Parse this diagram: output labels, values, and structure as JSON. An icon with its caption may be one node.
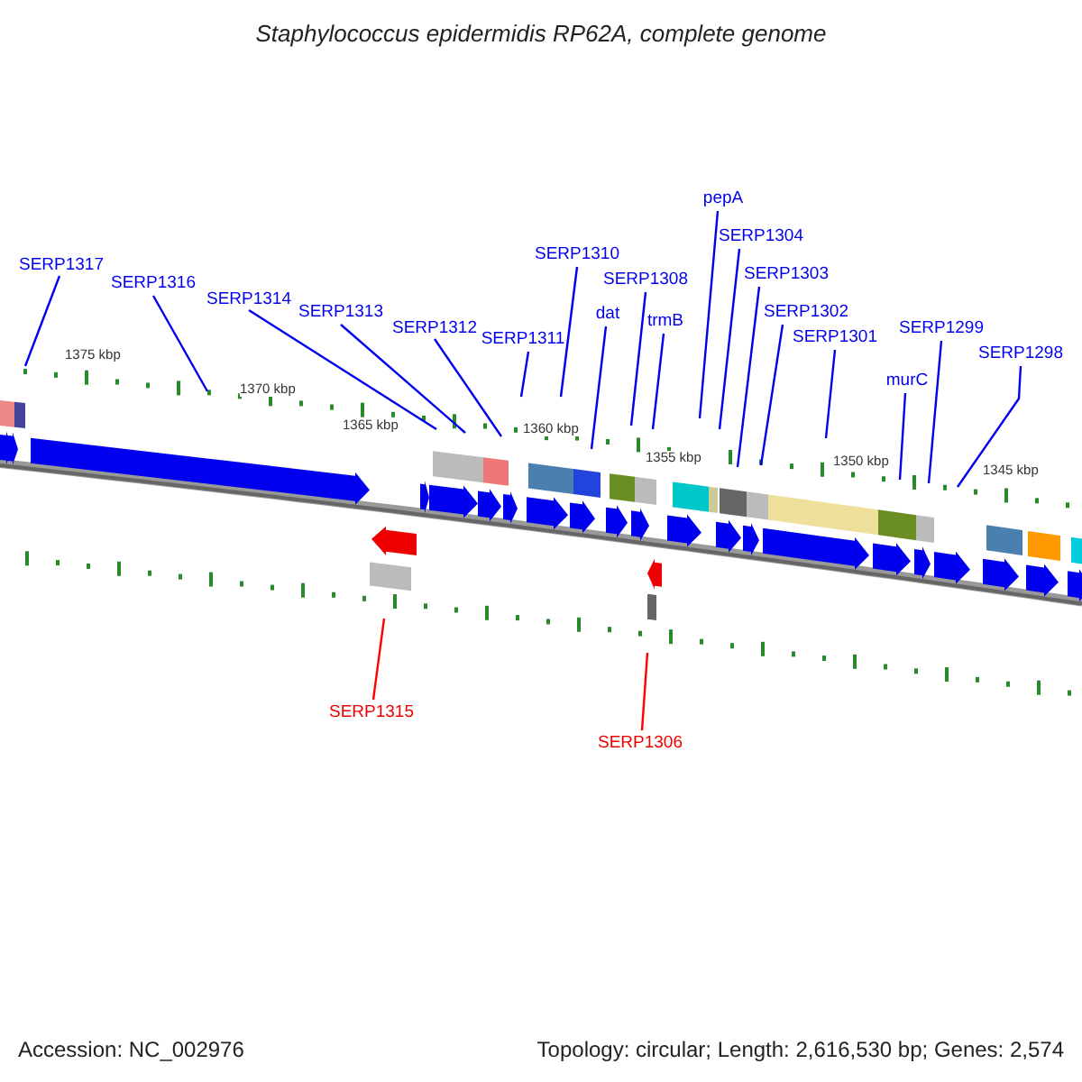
{
  "diagram": {
    "title": "Staphylococcus epidermidis RP62A, complete genome",
    "nodes": [
      {
        "text": [
          "SERP1317"
        ]
      },
      {
        "text": [
          "SERP1316"
        ]
      },
      {
        "text": [
          "SERP1314"
        ]
      },
      {
        "text": [
          "SERP1313"
        ]
      },
      {
        "text": [
          "SERP1312"
        ]
      },
      {
        "text": [
          "SERP1311"
        ]
      },
      {
        "text": [
          "SERP1310"
        ]
      },
      {
        "text": [
          "dat"
        ]
      },
      {
        "text": [
          "SERP1308"
        ]
      },
      {
        "text": [
          "trmB"
        ]
      },
      {
        "text": [
          "pepA"
        ]
      },
      {
        "text": [
          "SERP1304"
        ]
      },
      {
        "text": [
          "SERP1303"
        ]
      },
      {
        "text": [
          "SERP1302"
        ]
      },
      {
        "text": [
          "SERP1301"
        ]
      },
      {
        "text": [
          "murC"
        ]
      },
      {
        "text": [
          "SERP1299"
        ]
      },
      {
        "text": [
          "SERP1298"
        ]
      },
      {
        "text": [
          "SERP1315"
        ]
      },
      {
        "text": [
          "SERP1306"
        ]
      }
    ],
    "edges": [
      {
        "from": 0,
        "to": null,
        "arrow": "none"
      },
      {
        "from": 1,
        "to": null,
        "arrow": "none"
      },
      {
        "from": 2,
        "to": null,
        "arrow": "none"
      },
      {
        "from": 3,
        "to": null,
        "arrow": "none"
      },
      {
        "from": 4,
        "to": null,
        "arrow": "none"
      },
      {
        "from": 5,
        "to": null,
        "arrow": "none"
      },
      {
        "from": 6,
        "to": null,
        "arrow": "none"
      },
      {
        "from": 7,
        "to": null,
        "arrow": "none"
      },
      {
        "from": 8,
        "to": null,
        "arrow": "none"
      },
      {
        "from": 9,
        "to": null,
        "arrow": "none"
      },
      {
        "from": 10,
        "to": null,
        "arrow": "none"
      },
      {
        "from": 11,
        "to": null,
        "arrow": "none"
      },
      {
        "from": 12,
        "to": null,
        "arrow": "none"
      },
      {
        "from": 13,
        "to": null,
        "arrow": "none"
      },
      {
        "from": 14,
        "to": null,
        "arrow": "none"
      },
      {
        "from": 15,
        "to": null,
        "arrow": "none"
      },
      {
        "from": 16,
        "to": null,
        "arrow": "none"
      },
      {
        "from": 17,
        "to": null,
        "arrow": "none"
      },
      {
        "from": 18,
        "to": null,
        "arrow": "none",
        "color": "#ff0000"
      },
      {
        "from": 19,
        "to": null,
        "arrow": "none",
        "color": "#ff0000"
      }
    ],
    "labels": [
      "1375 kbp",
      "1370 kbp",
      "1365 kbp",
      "1360 kbp",
      "1355 kbp",
      "1350 kbp",
      "1345 kbp",
      "Accession: NC_002976",
      "Topology: circular; Length: 2,616,530 bp; Genes: 2,574"
    ]
  }
}
